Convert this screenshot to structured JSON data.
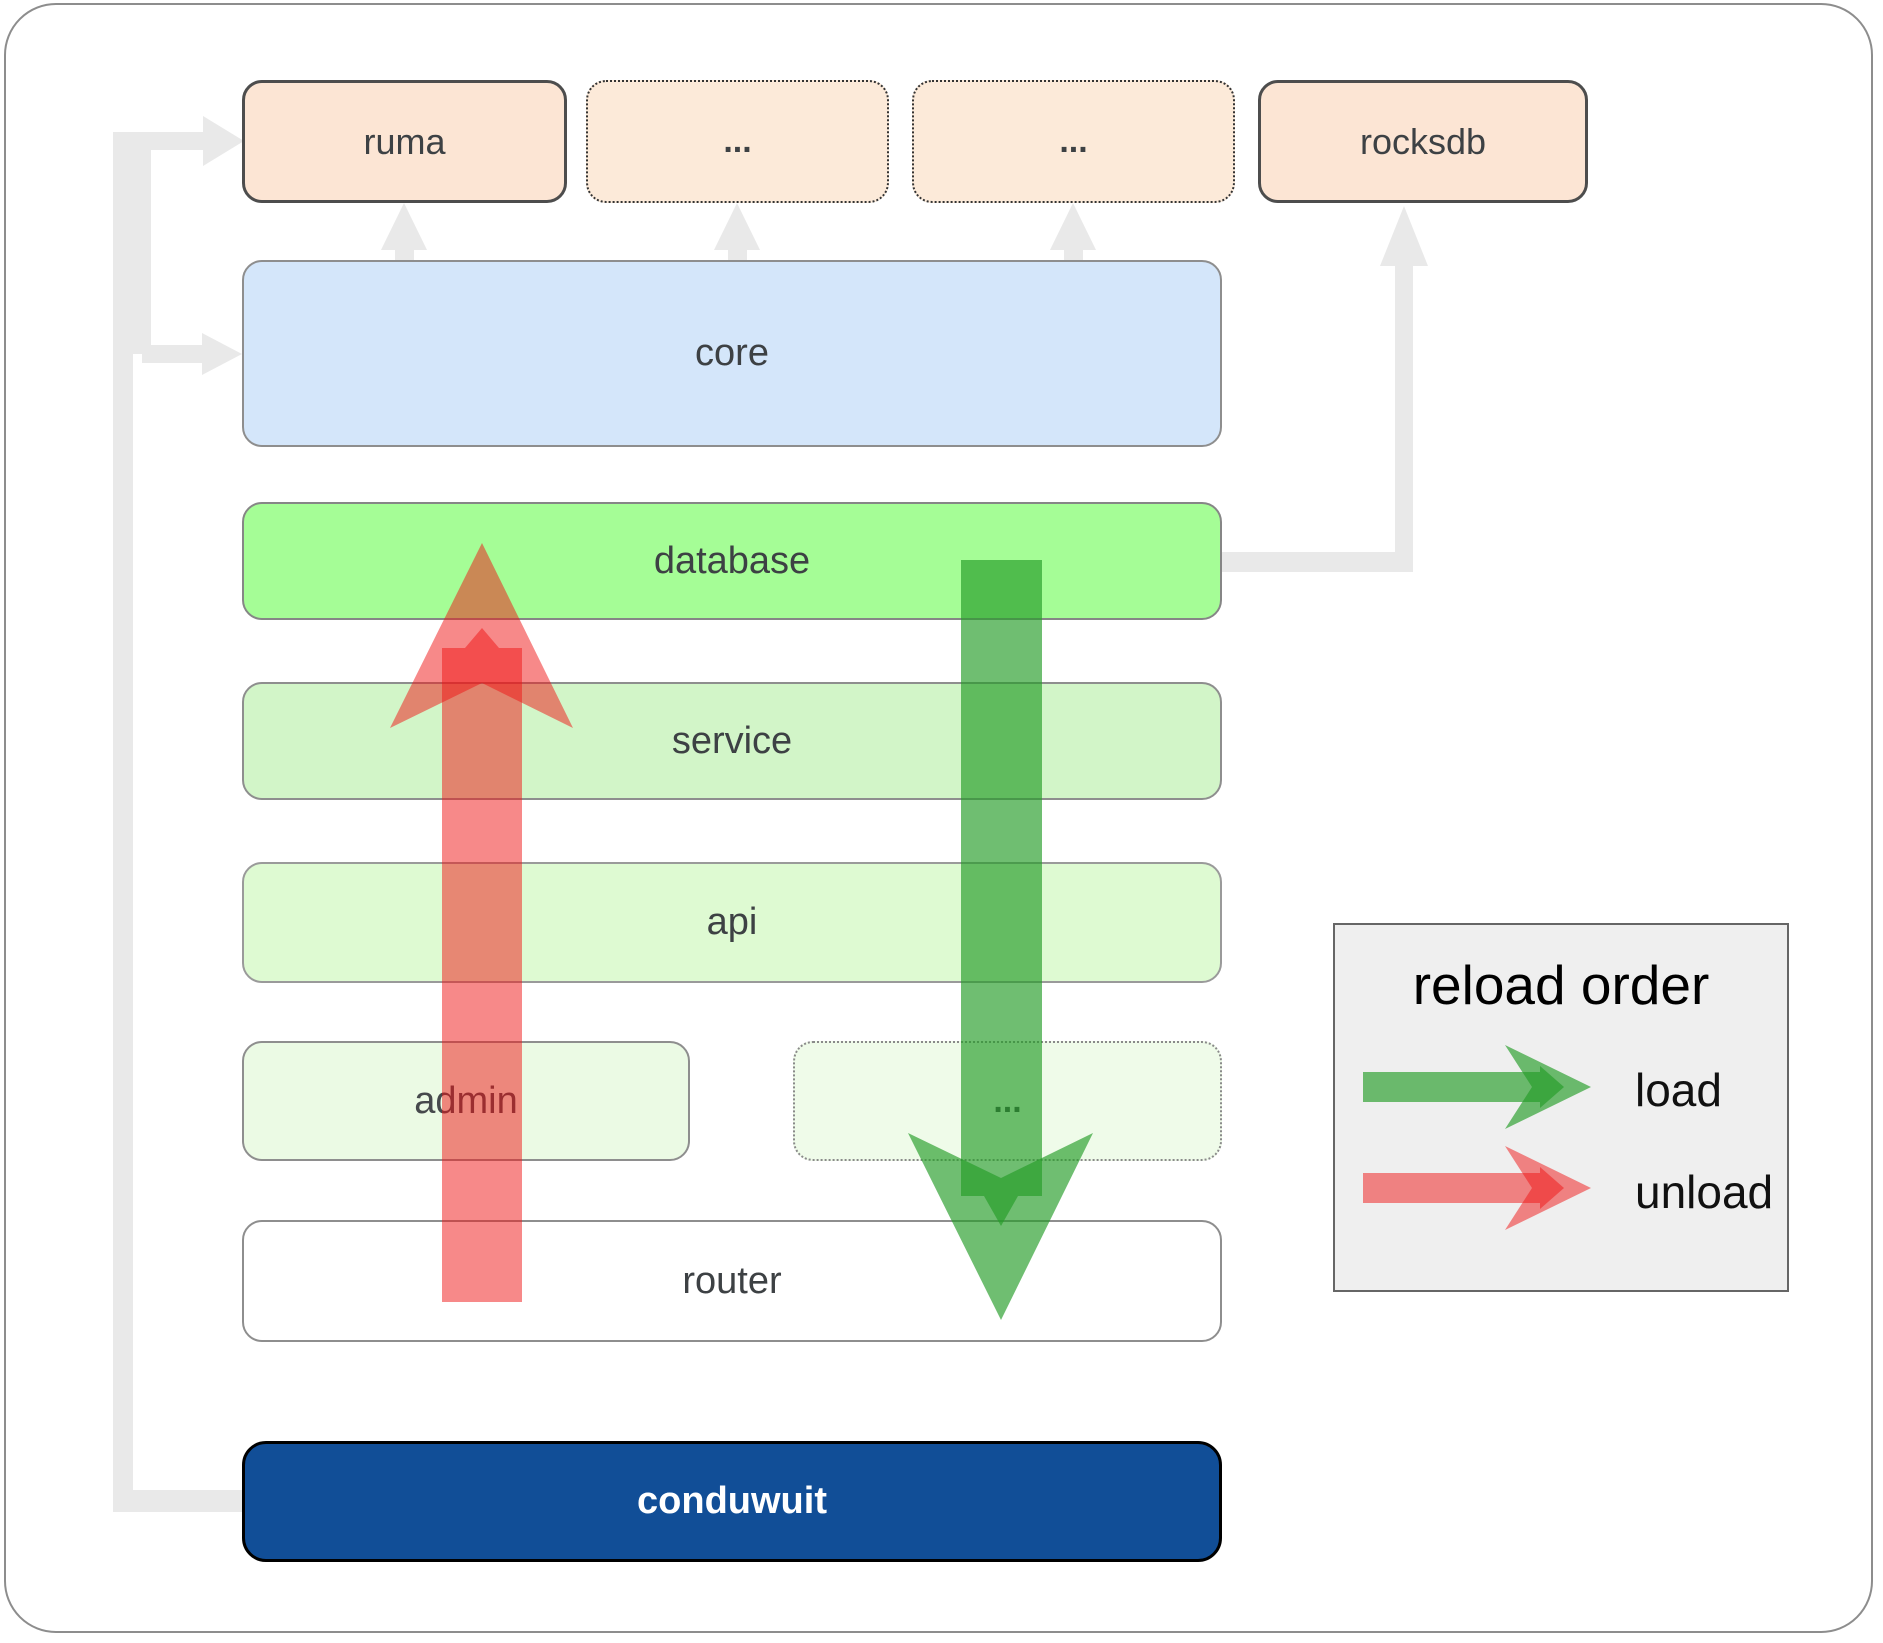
{
  "diagram": {
    "nodes": {
      "ruma": "ruma",
      "dots_top_1": "...",
      "dots_top_2": "...",
      "rocksdb": "rocksdb",
      "core": "core",
      "database": "database",
      "service": "service",
      "api": "api",
      "admin": "admin",
      "admin_dots": "...",
      "router": "router",
      "conduwuit": "conduwuit"
    },
    "legend": {
      "title": "reload order",
      "load_label": "load",
      "unload_label": "unload"
    },
    "colors": {
      "load_arrow_green": "#259d28",
      "unload_arrow_red": "#ef1313",
      "connector_gray": "#e9e9e9",
      "peach_node_bg": "#fce5d4",
      "core_bg": "#d4e6fa",
      "database_bg": "#a5fd96",
      "service_bg": "#d2f5c8",
      "api_bg": "#defad2",
      "admin_bg": "#ebfae4",
      "router_bg": "#ffffff",
      "conduwuit_bg": "#114e97",
      "legend_bg": "#efefef"
    }
  }
}
